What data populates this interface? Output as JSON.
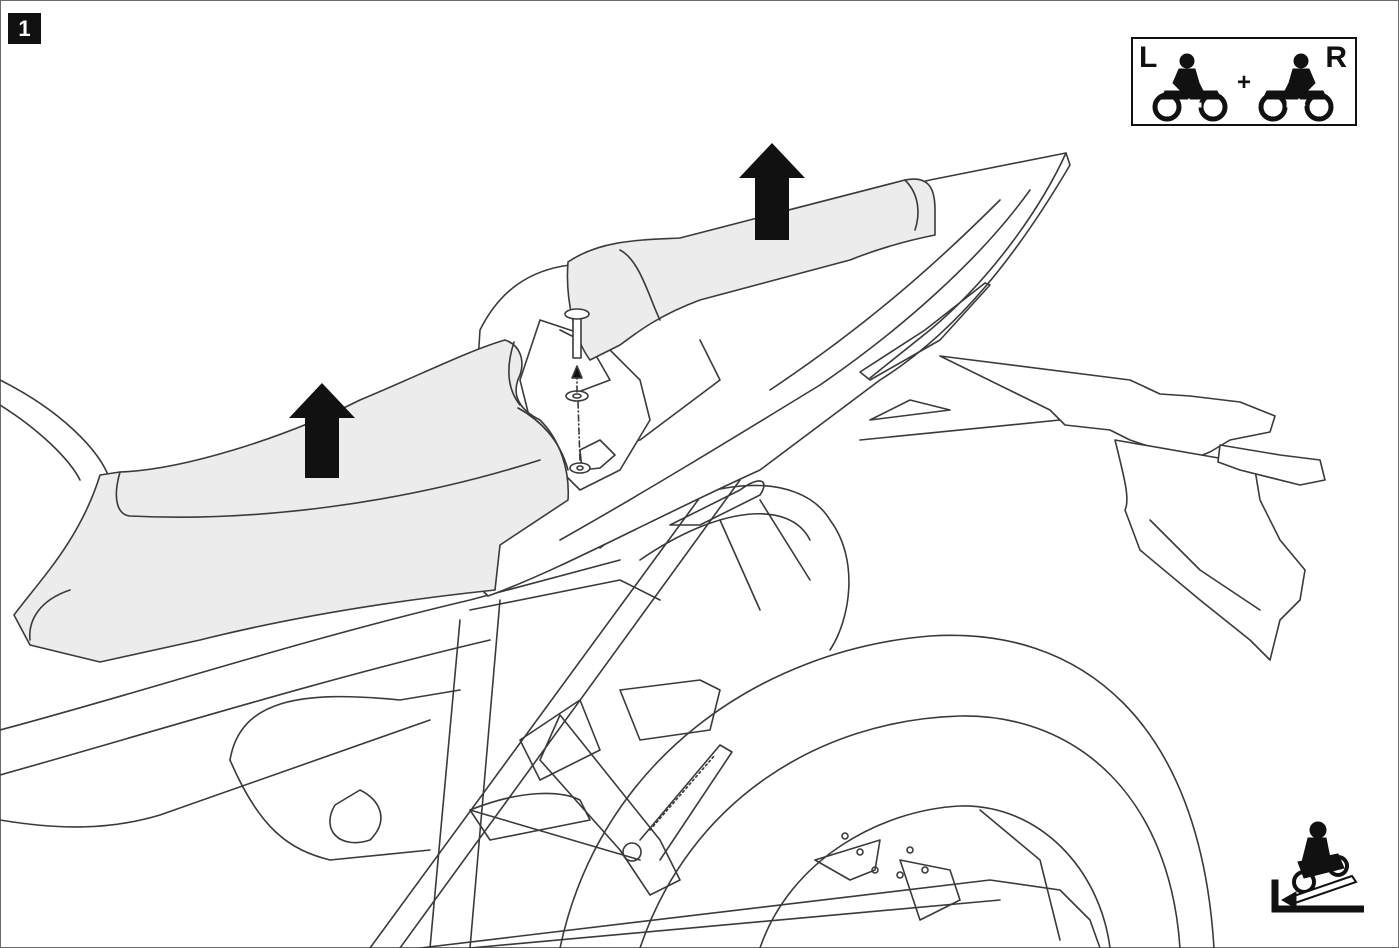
{
  "step": {
    "number": "1"
  },
  "side_indicator": {
    "left_label": "L",
    "right_label": "R",
    "joiner": "+"
  },
  "icons": {
    "left_side_rider": "motorcycle-rider-left-icon",
    "right_side_rider": "motorcycle-rider-right-icon",
    "view_direction": "motorcycle-view-direction-icon",
    "lift_arrow": "up-arrow-icon"
  },
  "colors": {
    "line": "#3a3a3a",
    "ink": "#111111",
    "seat_fill": "#ececec",
    "background": "#ffffff"
  }
}
